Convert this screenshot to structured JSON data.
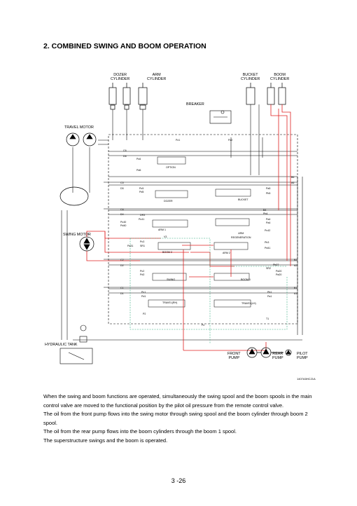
{
  "title": "2. COMBINED SWING AND BOOM OPERATION",
  "components": {
    "dozer_cylinder": [
      "DOZER",
      "CYLINDER"
    ],
    "arm_cylinder": [
      "ARM",
      "CYLINDER"
    ],
    "bucket_cylinder": [
      "BUCKET",
      "CYLINDER"
    ],
    "boom_cylinder": [
      "BOOM",
      "CYLINDER"
    ],
    "breaker": "BREAKER",
    "travel_motor": "TRAVEL MOTOR",
    "swing_motor": "SWING MOTOR",
    "hydraulic_tank": "HYDRAULIC TANK",
    "front_pump": [
      "FRONT",
      "PUMP"
    ],
    "rear_pump": [
      "REAR",
      "PUMP"
    ],
    "pilot_pump": [
      "PILOT",
      "PUMP"
    ]
  },
  "spools": {
    "option": "OPTION",
    "dozer": "DOZER",
    "bucket": "BUCKET",
    "arm1": "ARM 1",
    "arm_regen": [
      "ARM",
      "REGENERATION"
    ],
    "boom2": "BOOM 2",
    "arm2": "ARM 2",
    "swing": "SWING",
    "boom1": "BOOM 1",
    "travel_rh": "TRAVEL(RH)",
    "travel_lh": "TRAVEL(LH)"
  },
  "port_labels": [
    "Pz1",
    "Pz2",
    "C6",
    "D6",
    "Pc6",
    "Pd6",
    "C5",
    "D5",
    "Pc5",
    "Pd5",
    "Pa5",
    "Pb5",
    "C4",
    "D4",
    "DR3",
    "Pc41",
    "Pc40",
    "Pd40",
    "Pb4",
    "Pa4",
    "Pa4",
    "Pc42",
    "V3",
    "Pc3",
    "Pa31",
    "SR1",
    "Pb3",
    "Pd41",
    "C2",
    "D2",
    "Pb27",
    "SR2",
    "Pa20",
    "Pa20",
    "Pc2",
    "Pd2",
    "C1",
    "D1",
    "Pc1",
    "Pd1",
    "Pb1",
    "Pa1",
    "P2",
    "T1",
    "Pz",
    "B6",
    "A6",
    "B4",
    "B2",
    "A2",
    "B1",
    "A1"
  ],
  "figure_code": "1407A5HC21A",
  "paragraphs": [
    "When the swing and boom functions are operated, simultaneously the swing spool and the boom spools in the main control valve are moved to the functional position by the pilot oil pressure from the remote control valve.",
    "The oil from the front pump flows into the swing motor through swing spool and the boom cylinder through boom 2 spool.",
    "The oil from the rear pump flows into the boom cylinders through the boom 1 spool.",
    "The superstructure swings and the boom is operated."
  ],
  "page_number": "3 -26",
  "colors": {
    "pressure_line": "#e02020",
    "pilot_line": "#2aa87a",
    "return_line": "#000000"
  }
}
